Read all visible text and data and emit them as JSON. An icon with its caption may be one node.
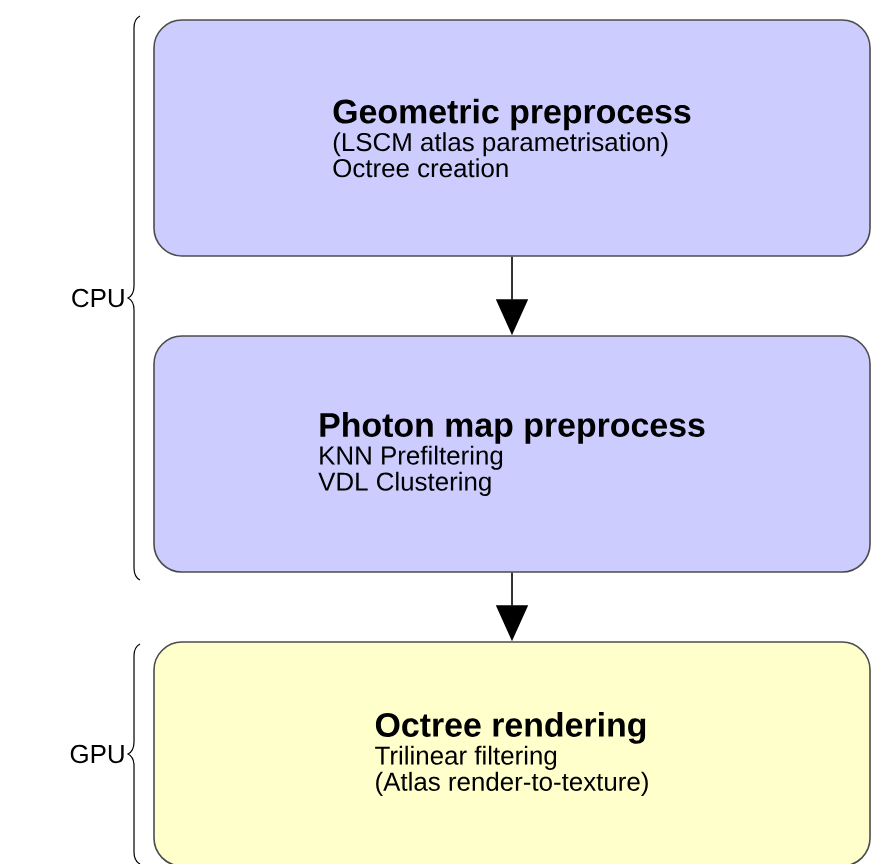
{
  "diagram": {
    "nodes": [
      {
        "text": [
          "Geometric preprocess",
          "(LSCM atlas parametrisation)",
          "Octree creation"
        ]
      },
      {
        "text": [
          "Photon map preprocess",
          "KNN Prefiltering",
          "VDL Clustering"
        ]
      },
      {
        "text": [
          "Octree rendering",
          "Trilinear filtering",
          "(Atlas render-to-texture)"
        ]
      }
    ],
    "edges": [
      {
        "from": 0,
        "to": 1,
        "arrow": "to"
      },
      {
        "from": 1,
        "to": 2,
        "arrow": "to"
      }
    ],
    "labels": [
      "CPU",
      "GPU"
    ]
  }
}
